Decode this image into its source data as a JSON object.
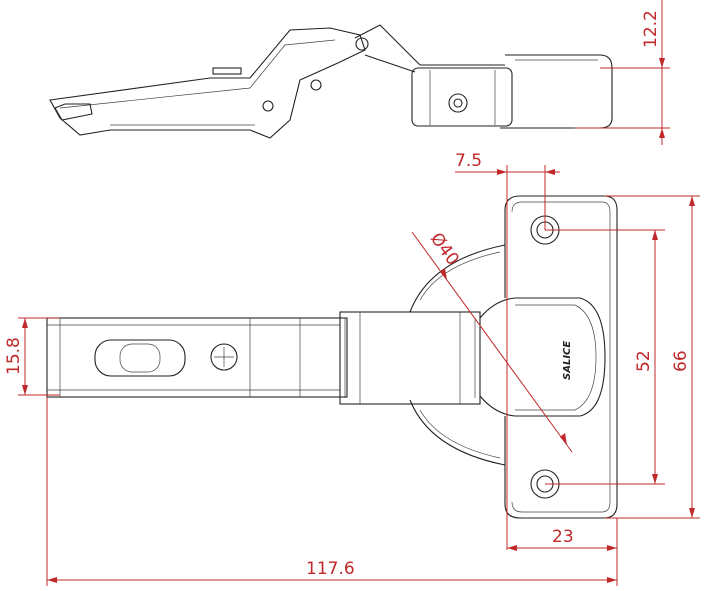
{
  "title": "Concealed hinge dimension drawing",
  "brand": "SALICE",
  "dimensions": {
    "plate_offset_height": "12.2",
    "hole_offset": "7.5",
    "cup_diameter": "Ø40",
    "arm_width": "15.8",
    "hole_spacing": "52",
    "plate_height": "66",
    "plate_width": "23",
    "overall_length": "117.6"
  },
  "colors": {
    "dimension": "#c0282a",
    "outline": "#222222"
  }
}
